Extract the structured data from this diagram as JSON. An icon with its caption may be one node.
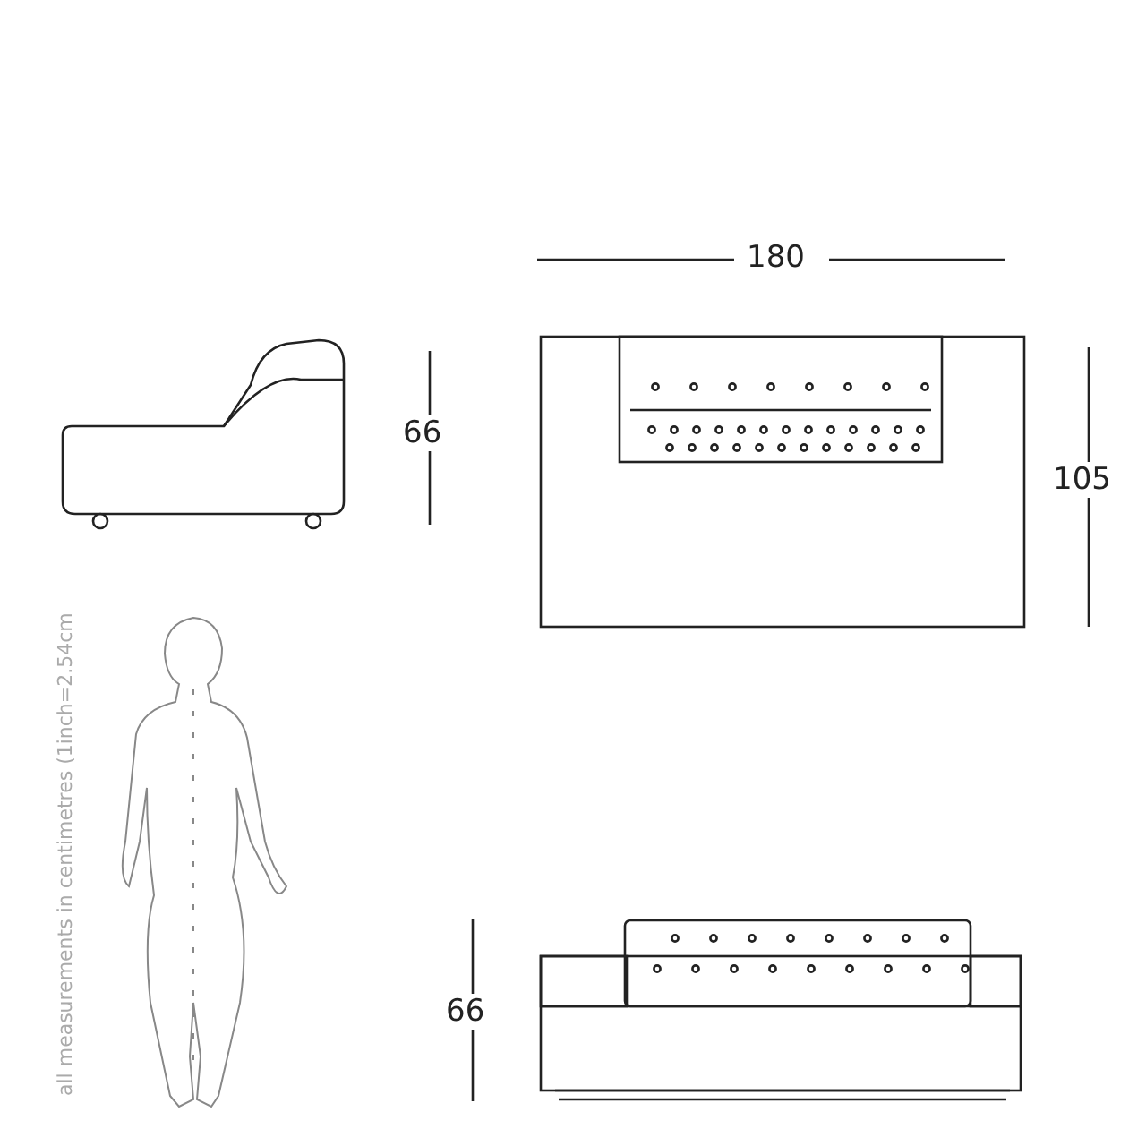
{
  "diagram": {
    "labels": [
      "180",
      "66",
      "105",
      "66",
      "all measurements in centimetres (1inch=2.54cm"
    ]
  }
}
